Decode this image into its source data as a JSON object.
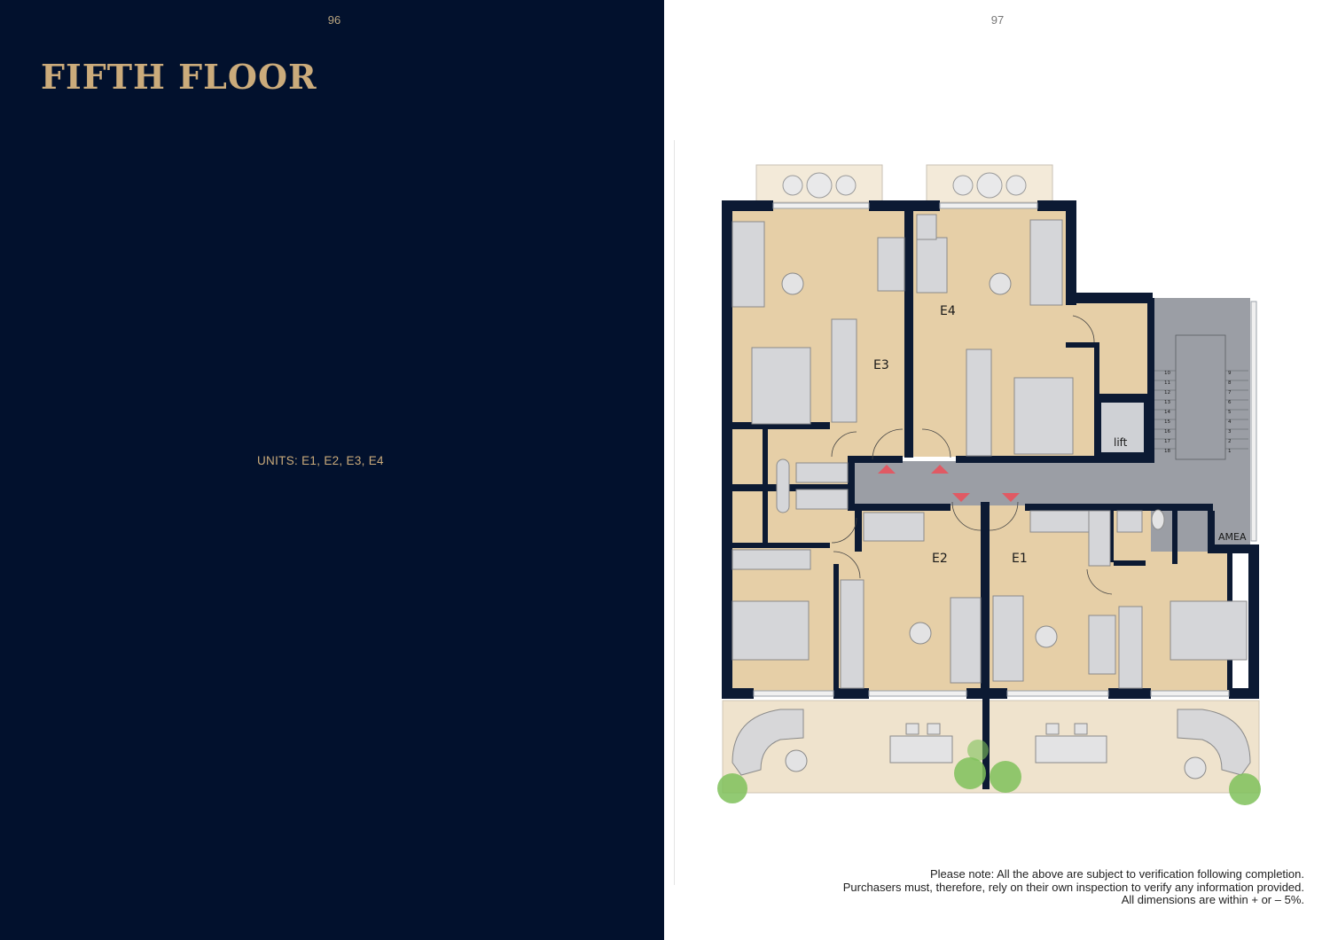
{
  "left_page": {
    "page_number": "96",
    "title": "FIFTH FLOOR",
    "units_text": "UNITS: E1, E2, E3, E4"
  },
  "right_page": {
    "page_number": "97",
    "floorplan": {
      "unit_labels": [
        "E1",
        "E2",
        "E3",
        "E4"
      ],
      "lift_label": "lift",
      "amea_label": "AMEA",
      "stair_numbers_left": [
        "10",
        "11",
        "12",
        "13",
        "14",
        "15",
        "16",
        "17",
        "18"
      ],
      "stair_numbers_right": [
        "9",
        "8",
        "7",
        "6",
        "5",
        "4",
        "3",
        "2",
        "1"
      ]
    },
    "disclaimer": [
      "Please note: All the above are subject to verification following completion.",
      "Purchasers must, therefore, rely on their own inspection to verify any information provided.",
      "All dimensions are within + or – 5%."
    ]
  },
  "colors": {
    "navy": "#02112d",
    "gold": "#cbab7b",
    "room_fill": "#e6cfa7",
    "terrace_fill": "#efe3cd",
    "corridor": "#9b9ea5",
    "wall": "#0c1a33",
    "entry_marker": "#e05a64"
  }
}
